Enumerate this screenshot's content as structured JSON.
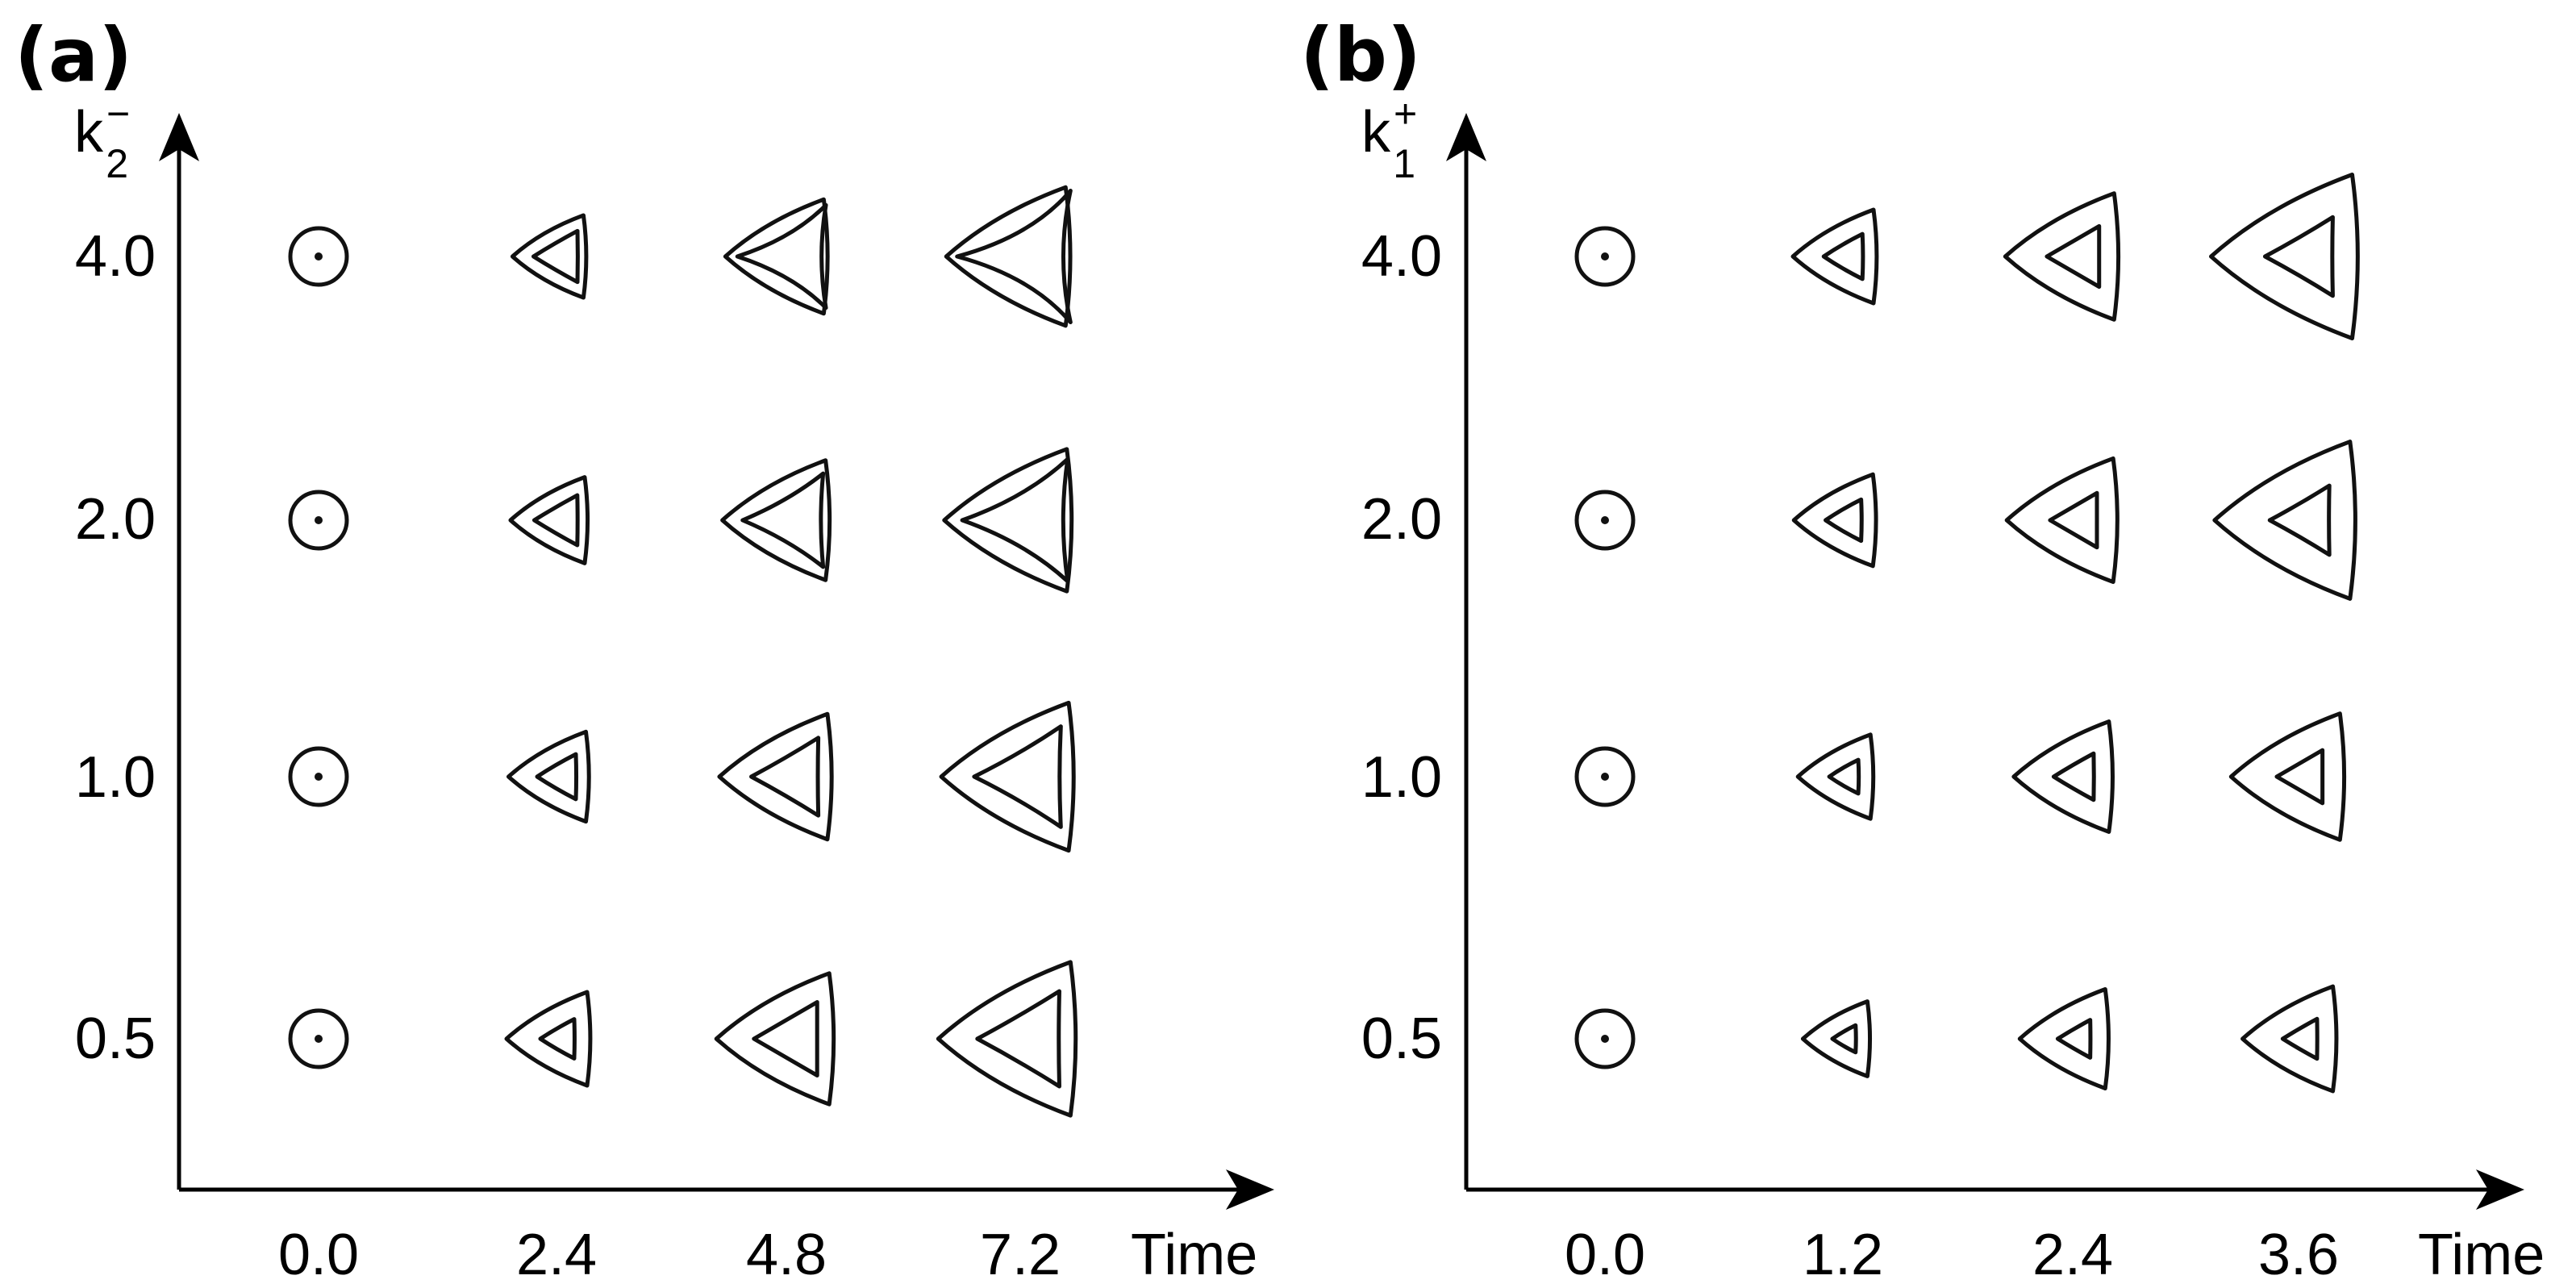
{
  "panels": [
    {
      "id": "a",
      "label": "(a)",
      "y_axis": {
        "base": "k",
        "subscript": "2",
        "superscript": "−"
      },
      "x_axis_title": "Time",
      "x_ticks": [
        "0.0",
        "2.4",
        "4.8",
        "7.2"
      ],
      "y_ticks": [
        "4.0",
        "2.0",
        "1.0",
        "0.5"
      ],
      "shape_icons": "nested-triangle-outline-icon"
    },
    {
      "id": "b",
      "label": "(b)",
      "y_axis": {
        "base": "k",
        "subscript": "1",
        "superscript": "+"
      },
      "x_axis_title": "Time",
      "x_ticks": [
        "0.0",
        "1.2",
        "2.4",
        "3.6"
      ],
      "y_ticks": [
        "4.0",
        "2.0",
        "1.0",
        "0.5"
      ],
      "shape_icons": "nested-triangle-outline-icon"
    }
  ]
}
